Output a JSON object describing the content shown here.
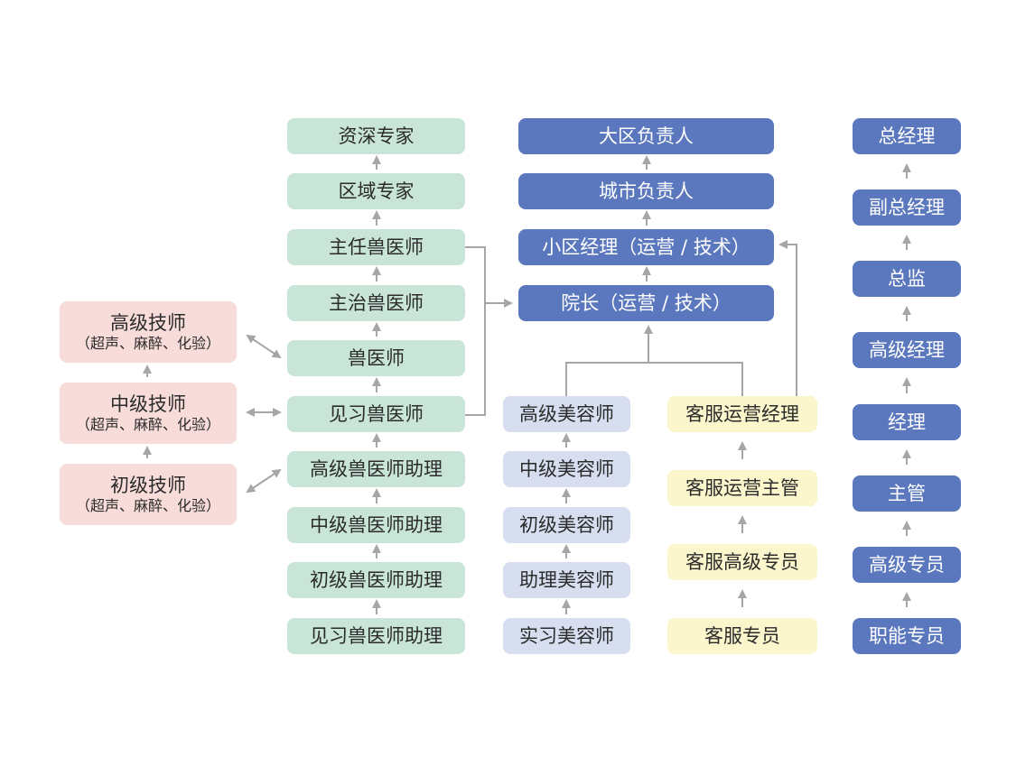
{
  "colors": {
    "vet": "#c8e5d7",
    "management": "#5b78be",
    "groomer": "#d6deef",
    "customer_service": "#fbf6cc",
    "technician": "#f7dcda",
    "connector": "#a6a6a6"
  },
  "technician_track": [
    {
      "title": "高级技师",
      "sub": "（超声、麻醉、化验）"
    },
    {
      "title": "中级技师",
      "sub": "（超声、麻醉、化验）"
    },
    {
      "title": "初级技师",
      "sub": "（超声、麻醉、化验）"
    }
  ],
  "vet_track": [
    "资深专家",
    "区域专家",
    "主任兽医师",
    "主治兽医师",
    "兽医师",
    "见习兽医师",
    "高级兽医师助理",
    "中级兽医师助理",
    "初级兽医师助理",
    "见习兽医师助理"
  ],
  "management_track": [
    "大区负责人",
    "城市负责人",
    "小区经理（运营 / 技术）",
    "院长（运营 / 技术）"
  ],
  "groomer_track": [
    "高级美容师",
    "中级美容师",
    "初级美容师",
    "助理美容师",
    "实习美容师"
  ],
  "customer_service_track": [
    "客服运营经理",
    "客服运营主管",
    "客服高级专员",
    "客服专员"
  ],
  "functional_track": [
    "总经理",
    "副总经理",
    "总监",
    "高级经理",
    "经理",
    "主管",
    "高级专员",
    "职能专员"
  ]
}
